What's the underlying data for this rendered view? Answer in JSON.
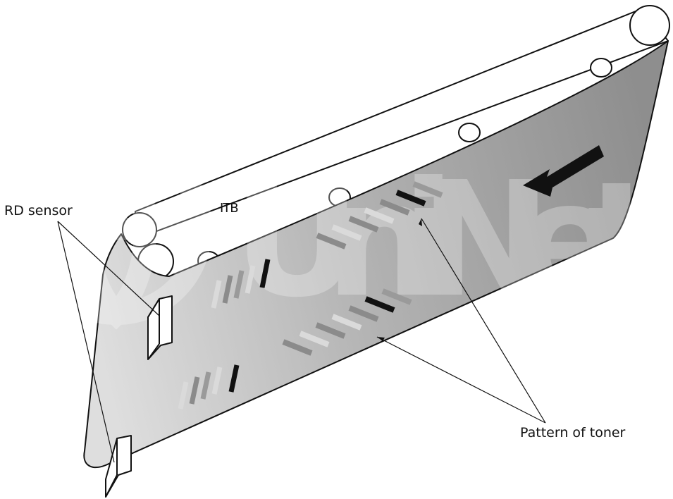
{
  "labels": {
    "rd_sensor": "RD sensor",
    "itb": "ITB",
    "pattern_of_toner": "Pattern of toner"
  },
  "watermark": {
    "text": "UniNet",
    "icon": "globe-icon"
  },
  "colors": {
    "belt_light": "#dcdcdc",
    "belt_dark": "#8c8c8c",
    "outline": "#111111",
    "watermark": "#ffffff"
  },
  "icons": [
    "globe-icon",
    "belt-direction-arrow-icon"
  ]
}
